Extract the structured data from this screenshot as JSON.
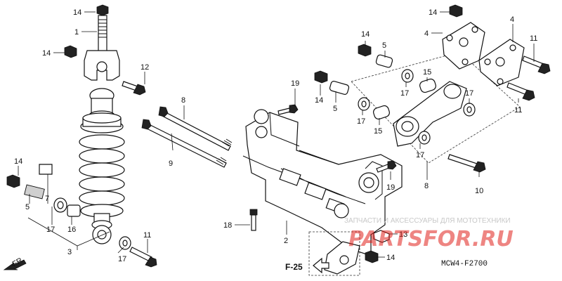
{
  "diagram": {
    "callouts": [
      {
        "id": "c14_top",
        "label": "14"
      },
      {
        "id": "c1",
        "label": "1"
      },
      {
        "id": "c14_left",
        "label": "14"
      },
      {
        "id": "c12",
        "label": "12"
      },
      {
        "id": "c14_bl",
        "label": "14"
      },
      {
        "id": "c5_l",
        "label": "5"
      },
      {
        "id": "c7",
        "label": "7"
      },
      {
        "id": "c17_l",
        "label": "17"
      },
      {
        "id": "c16",
        "label": "16"
      },
      {
        "id": "c3",
        "label": "3"
      },
      {
        "id": "c17_lb",
        "label": "17"
      },
      {
        "id": "c11_b",
        "label": "11"
      },
      {
        "id": "c8_m",
        "label": "8"
      },
      {
        "id": "c9",
        "label": "9"
      },
      {
        "id": "c19_t",
        "label": "19"
      },
      {
        "id": "c18",
        "label": "18"
      },
      {
        "id": "c2",
        "label": "2"
      },
      {
        "id": "c14_m",
        "label": "14"
      },
      {
        "id": "c5_t",
        "label": "5"
      },
      {
        "id": "c14_tm",
        "label": "14"
      },
      {
        "id": "c5_m",
        "label": "5"
      },
      {
        "id": "c15_t",
        "label": "15"
      },
      {
        "id": "c17_t1",
        "label": "17"
      },
      {
        "id": "c17_t2",
        "label": "17"
      },
      {
        "id": "c17_m",
        "label": "17"
      },
      {
        "id": "c15_m",
        "label": "15"
      },
      {
        "id": "c17_b",
        "label": "17"
      },
      {
        "id": "c8_r",
        "label": "8"
      },
      {
        "id": "c19_r",
        "label": "19"
      },
      {
        "id": "c10",
        "label": "10"
      },
      {
        "id": "c14_tr",
        "label": "14"
      },
      {
        "id": "c4_a",
        "label": "4"
      },
      {
        "id": "c4_b",
        "label": "4"
      },
      {
        "id": "c11_tr",
        "label": "11"
      },
      {
        "id": "c11_r",
        "label": "11"
      },
      {
        "id": "c13",
        "label": "13"
      },
      {
        "id": "c14_br",
        "label": "14"
      }
    ],
    "fr_label": "FR.",
    "ref_label": "F-25",
    "diagram_code": "MCW4-F2700"
  },
  "watermark": {
    "tagline": "ЗАПЧАСТИ И АКСЕССУАРЫ ДЛЯ МОТОТЕХНИКИ",
    "brand": "PARTSFOR.RU"
  },
  "colors": {
    "ink": "#111111",
    "paper": "#ffffff",
    "watermark_red": "#e0201b",
    "watermark_gray": "#c8c8c8"
  }
}
